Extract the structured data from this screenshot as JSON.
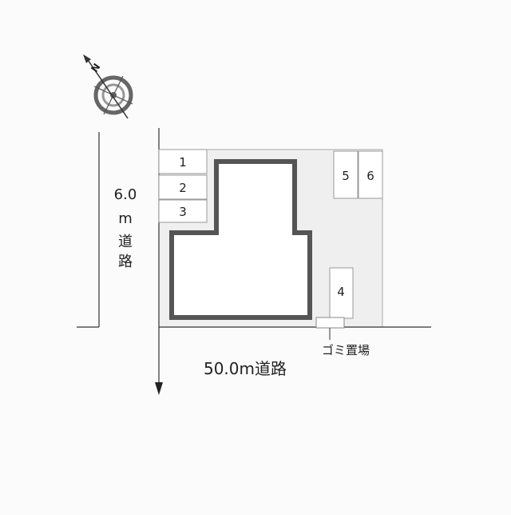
{
  "compass": {
    "north_label": "N",
    "icon": "north-arrow-icon"
  },
  "left_road": {
    "width_label": "6.0",
    "unit_label": "m",
    "road_char_1": "道",
    "road_char_2": "路"
  },
  "bottom_road": {
    "label": "50.0m道路"
  },
  "parking_spaces": [
    "1",
    "2",
    "3",
    "5",
    "6",
    "4"
  ],
  "garbage_area": {
    "label": "ゴミ置場"
  },
  "colors": {
    "lot_fill": "#efefef",
    "building_wall": "#555555",
    "line": "#333333"
  }
}
